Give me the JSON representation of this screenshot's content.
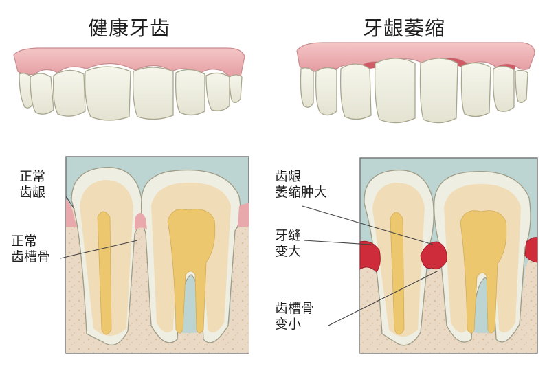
{
  "titles": {
    "healthy": "健康牙齿",
    "recession": "牙龈萎缩"
  },
  "labels": {
    "normal_gum": [
      "正常",
      "齿龈"
    ],
    "normal_bone": [
      "正常",
      "齿槽骨"
    ],
    "swollen_gum": [
      "齿龈",
      "萎缩肿大"
    ],
    "wider_gap": [
      "牙缝",
      "变大"
    ],
    "smaller_bone": [
      "齿槽骨",
      "变小"
    ]
  },
  "colors": {
    "gum_healthy": "#e9a8ab",
    "gum_inflamed": "#cf2c3b",
    "enamel": "#eeeee2",
    "dentin": "#f1dcb8",
    "pulp": "#ecc76e",
    "bone": "#ead8c2",
    "background_water": "#bcd5d3"
  }
}
